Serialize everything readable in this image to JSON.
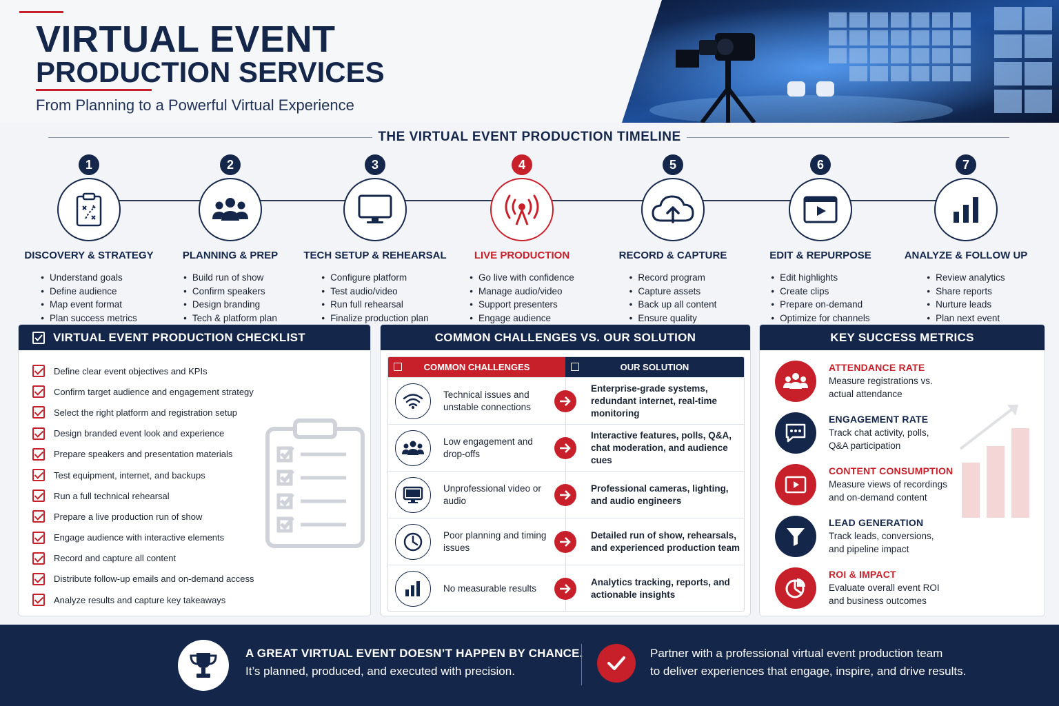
{
  "header": {
    "title_line1": "VIRTUAL EVENT",
    "title_line2": "PRODUCTION SERVICES",
    "subtitle": "From Planning to a Powerful Virtual Experience"
  },
  "timeline": {
    "title": "THE VIRTUAL EVENT PRODUCTION TIMELINE",
    "steps": [
      {
        "num": "1",
        "title": "DISCOVERY & STRATEGY",
        "icon": "clipboard-strategy-icon",
        "items": [
          "Understand goals",
          "Define audience",
          "Map event format",
          "Plan success metrics"
        ]
      },
      {
        "num": "2",
        "title": "PLANNING & PREP",
        "icon": "team-icon",
        "items": [
          "Build run of show",
          "Confirm speakers",
          "Design branding",
          "Tech & platform plan"
        ]
      },
      {
        "num": "3",
        "title": "TECH SETUP & REHEARSAL",
        "icon": "monitor-icon",
        "items": [
          "Configure platform",
          "Test audio/video",
          "Run full rehearsal",
          "Finalize production plan"
        ]
      },
      {
        "num": "4",
        "title": "LIVE PRODUCTION",
        "icon": "broadcast-icon",
        "items": [
          "Go live with confidence",
          "Manage audio/video",
          "Support presenters",
          "Engage audience"
        ]
      },
      {
        "num": "5",
        "title": "RECORD & CAPTURE",
        "icon": "cloud-upload-icon",
        "items": [
          "Record program",
          "Capture assets",
          "Back up all content",
          "Ensure quality"
        ]
      },
      {
        "num": "6",
        "title": "EDIT & REPURPOSE",
        "icon": "video-play-icon",
        "items": [
          "Edit highlights",
          "Create clips",
          "Prepare on-demand",
          "Optimize for channels"
        ]
      },
      {
        "num": "7",
        "title": "ANALYZE & FOLLOW UP",
        "icon": "bar-chart-icon",
        "items": [
          "Review analytics",
          "Share reports",
          "Nurture leads",
          "Plan next event"
        ]
      }
    ]
  },
  "checklist": {
    "title": "VIRTUAL EVENT PRODUCTION CHECKLIST",
    "items": [
      "Define clear event objectives and KPIs",
      "Confirm target audience and engagement strategy",
      "Select the right platform and registration setup",
      "Design branded event look and experience",
      "Prepare speakers and presentation materials",
      "Test equipment, internet, and backups",
      "Run a full technical rehearsal",
      "Prepare a live production run of show",
      "Engage audience with interactive elements",
      "Record and capture all content",
      "Distribute follow-up emails and on-demand access",
      "Analyze results and capture key takeaways"
    ]
  },
  "challenges": {
    "title": "COMMON CHALLENGES VS. OUR SOLUTION",
    "left_header": "COMMON CHALLENGES",
    "right_header": "OUR SOLUTION",
    "rows": [
      {
        "icon": "wifi-icon",
        "challenge": "Technical issues and unstable connections",
        "solution": "Enterprise-grade systems, redundant internet, real-time monitoring"
      },
      {
        "icon": "group-icon",
        "challenge": "Low engagement and drop-offs",
        "solution": "Interactive features, polls, Q&A, chat moderation, and audience cues"
      },
      {
        "icon": "screen-icon",
        "challenge": "Unprofessional video or audio",
        "solution": "Professional cameras, lighting, and audio engineers"
      },
      {
        "icon": "clock-icon",
        "challenge": "Poor planning and timing issues",
        "solution": "Detailed run of show, rehearsals, and experienced production team"
      },
      {
        "icon": "chart-icon",
        "challenge": "No measurable results",
        "solution": "Analytics tracking, reports, and actionable insights"
      }
    ]
  },
  "metrics": {
    "title": "KEY SUCCESS METRICS",
    "items": [
      {
        "title": "ATTENDANCE RATE",
        "desc1": "Measure registrations vs.",
        "desc2": "actual attendance",
        "color": "#c8202a"
      },
      {
        "title": "ENGAGEMENT RATE",
        "desc1": "Track chat activity, polls,",
        "desc2": "Q&A participation",
        "color": "#14264a"
      },
      {
        "title": "CONTENT CONSUMPTION",
        "desc1": "Measure views of recordings",
        "desc2": "and on-demand content",
        "color": "#c8202a"
      },
      {
        "title": "LEAD GENERATION",
        "desc1": "Track leads, conversions,",
        "desc2": "and pipeline impact",
        "color": "#14264a"
      },
      {
        "title": "ROI & IMPACT",
        "desc1": "Evaluate overall event ROI",
        "desc2": "and business outcomes",
        "color": "#c8202a"
      }
    ]
  },
  "footer": {
    "headline": "A GREAT VIRTUAL EVENT DOESN’T HAPPEN BY CHANCE.",
    "subline": "It’s planned, produced, and executed with precision.",
    "cta_line1": "Partner with a professional virtual event production team",
    "cta_line2": "to deliver experiences that engage, inspire, and drive results."
  },
  "colors": {
    "navy": "#14264a",
    "red": "#c8202a",
    "background": "#f3f4f7"
  }
}
